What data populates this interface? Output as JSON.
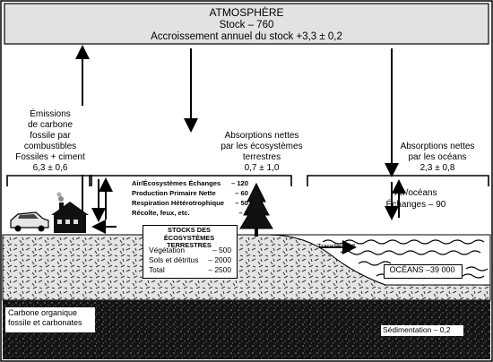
{
  "atmosphere": {
    "title": "ATMOSPHÈRE",
    "stock": "Stock – 760",
    "growth": "Accroissement annuel du stock +3,3 ± 0,2"
  },
  "emissions": {
    "lines": [
      "Émissions",
      "de carbone",
      "fossile par",
      "combustibles",
      "Fossiles + ciment",
      "6,3 ± 0,6"
    ]
  },
  "terrestrial_absorption": {
    "lines": [
      "Absorptions nettes",
      "par les écosystèmes",
      "terrestres",
      "0,7 ± 1,0"
    ]
  },
  "ocean_absorption": {
    "lines": [
      "Absorptions nettes",
      "par les océans",
      "2,3 ± 0,8"
    ]
  },
  "terrestrial_fluxes": [
    {
      "label": "Air/Écosystèmes Échanges",
      "value": "– 120"
    },
    {
      "label": "Production Primaire Nette",
      "value": "– 60"
    },
    {
      "label": "Respiration Hétérotrophique",
      "value": "– 50"
    },
    {
      "label": "Récolte, feux, etc.",
      "value": "– 9"
    }
  ],
  "air_ocean": {
    "lines": [
      "Air/océans",
      "Échanges – 90"
    ]
  },
  "terrestrial_stocks": {
    "title_lines": [
      "STOCKS DES",
      "ÉCOSYSTÈMES TERRESTRES"
    ],
    "rows": [
      {
        "label": "Végétation",
        "value": "– 500"
      },
      {
        "label": "Sols et détritus",
        "value": "– 2000"
      },
      {
        "label": "Total",
        "value": "– 2500"
      }
    ]
  },
  "transfer": "Transfert 0,8",
  "oceans": "OCÉANS –39 000",
  "fossil": {
    "lines": [
      "Carbone organique",
      "fossile et carbonates"
    ]
  },
  "sedimentation": "Sédimentation – 0,2"
}
